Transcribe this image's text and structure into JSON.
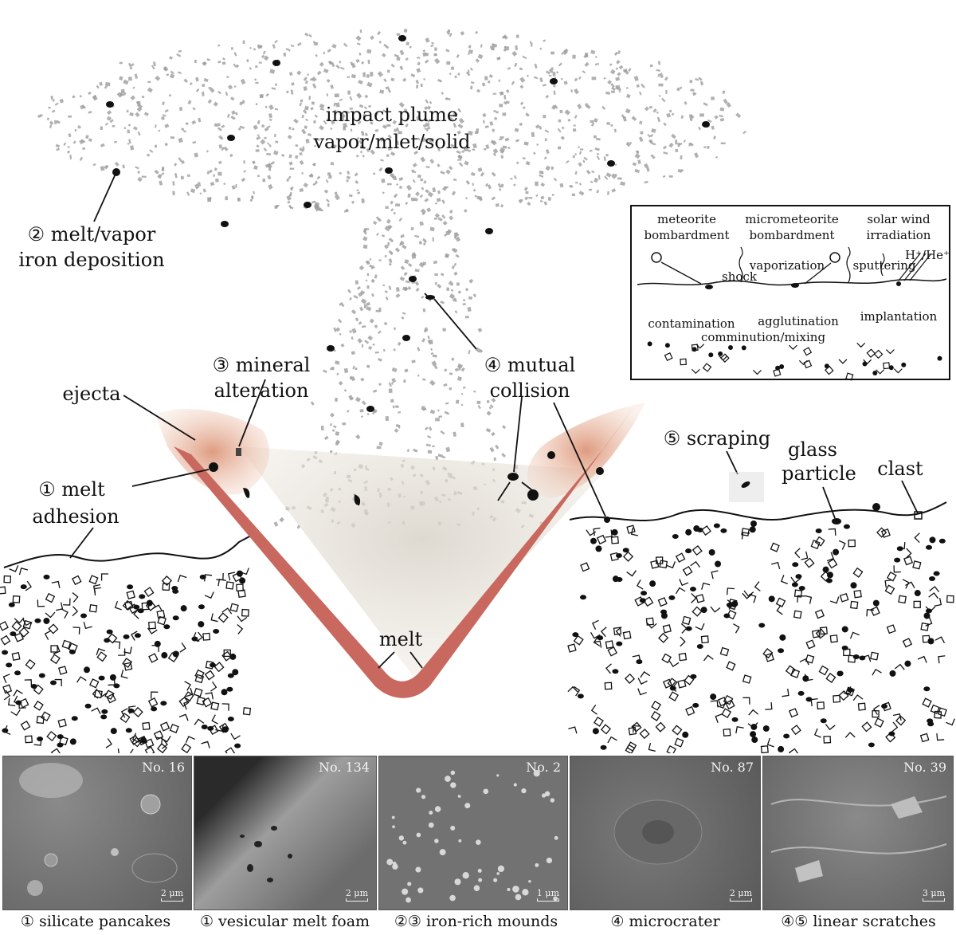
{
  "labels": {
    "plume": "impact plume",
    "plume_sub": "vapor/mlet/solid",
    "deposition_1": "② melt/vapor",
    "deposition_2": "iron deposition",
    "alteration_1": "③ mineral",
    "alteration_2": "alteration",
    "collision_1": "④ mutual",
    "collision_2": "collision",
    "ejecta": "ejecta",
    "adhesion_1": "① melt",
    "adhesion_2": "adhesion",
    "scraping": "⑤ scraping",
    "glass_1": "glass",
    "glass_2": "particle",
    "clast": "clast",
    "melt": "melt"
  },
  "inset": {
    "meteorite_1": "meteorite",
    "meteorite_2": "bombardment",
    "micro_1": "micrometeorite",
    "micro_2": "bombardment",
    "wind_1": "solar wind",
    "wind_2": "irradiation",
    "shock": "shock",
    "vaporization": "vaporization",
    "sputtering": "sputtering",
    "ions": "H⁺/He⁺",
    "contamination": "contamination",
    "agglutination": "agglutination",
    "implantation": "implantation",
    "comminution": "comminution/mixing"
  },
  "panels": [
    {
      "number": "No. 16",
      "scale": "2 μm",
      "caption": "① silicate pancakes"
    },
    {
      "number": "No. 134",
      "scale": "2 μm",
      "caption": "① vesicular melt foam"
    },
    {
      "number": "No. 2",
      "scale": "1 μm",
      "caption": "②③ iron-rich mounds"
    },
    {
      "number": "No. 87",
      "scale": "2 μm",
      "caption": "④ microcrater"
    },
    {
      "number": "No. 39",
      "scale": "3 μm",
      "caption": "④⑤ linear scratches"
    }
  ],
  "colors": {
    "melt": "#c9685f",
    "ejecta": "#e8b39a",
    "plume": "#9c9c9c",
    "particle": "#111111",
    "sem_bg": "#6f6f6f"
  }
}
